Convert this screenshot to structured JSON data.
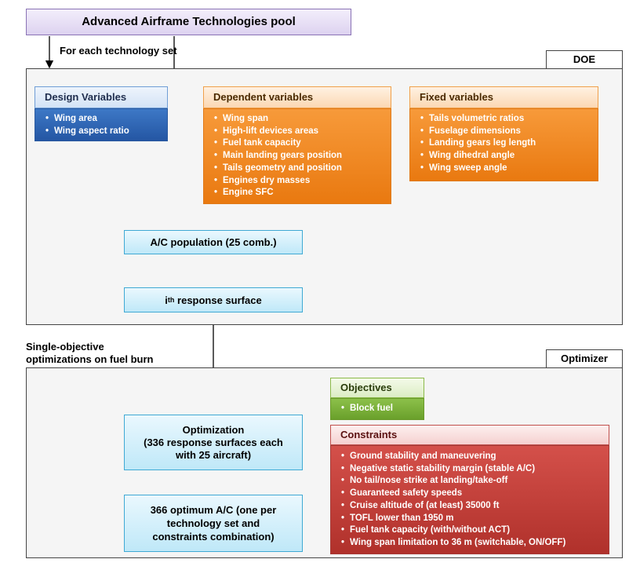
{
  "pool": {
    "label": "Advanced Airframe Technologies pool"
  },
  "for_each_label": "For each technology set",
  "doe": {
    "tag": "DOE",
    "design_variables": {
      "title": "Design Variables",
      "items": [
        "Wing area",
        "Wing aspect ratio"
      ]
    },
    "dependent_variables": {
      "title": "Dependent variables",
      "items": [
        "Wing span",
        "High-lift devices areas",
        "Fuel tank capacity",
        "Main landing gears position",
        "Tails geometry and position",
        "Engines dry masses",
        "Engine SFC"
      ]
    },
    "fixed_variables": {
      "title": "Fixed variables",
      "items": [
        "Tails volumetric ratios",
        "Fuselage dimensions",
        "Landing gears leg length",
        "Wing dihedral angle",
        "Wing sweep angle"
      ]
    },
    "population": "A/C population (25 comb.)",
    "response_surface": {
      "prefix": "i",
      "sup": "th",
      "suffix": " response surface"
    }
  },
  "single_objective_label": [
    "Single-objective",
    "optimizations on fuel burn"
  ],
  "optimizer": {
    "tag": "Optimizer",
    "optimization": [
      "Optimization",
      "(336 response surfaces each",
      "with 25 aircraft)"
    ],
    "optimum": [
      "366 optimum A/C (one per",
      "technology set and",
      "constraints combination)"
    ],
    "objectives": {
      "title": "Objectives",
      "items": [
        "Block fuel"
      ]
    },
    "constraints": {
      "title": "Constraints",
      "items": [
        "Ground stability and maneuvering",
        "Negative static stability margin (stable A/C)",
        "No tail/nose strike at landing/take-off",
        "Guaranteed safety speeds",
        "Cruise altitude of (at least) 35000 ft",
        "TOFL lower than 1950 m",
        "Fuel tank capacity (with/without ACT)",
        "Wing span limitation to 36 m (switchable, ON/OFF)"
      ]
    }
  },
  "colors": {
    "design": "#2f67b4",
    "dependent": "#f08a25",
    "objectives": "#7bb03a",
    "constraints": "#c0403b",
    "process": "#cdeefb",
    "pool": "#e6dcf5"
  }
}
